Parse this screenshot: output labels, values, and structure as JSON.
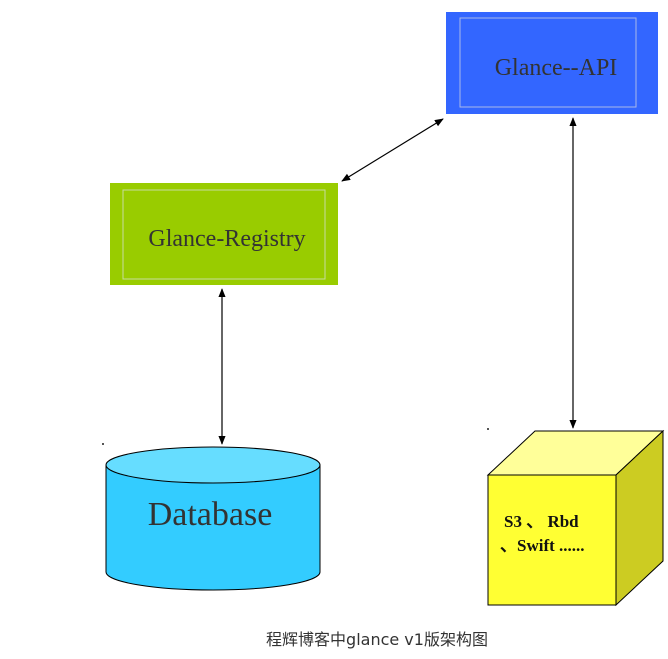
{
  "diagram": {
    "nodes": {
      "api": {
        "label": "Glance--API",
        "color": "#3366ff"
      },
      "registry": {
        "label": "Glance-Registry",
        "color": "#99cc00"
      },
      "database": {
        "label": "Database",
        "color": "#33ccff"
      },
      "storage": {
        "line1": "S3 、 Rbd",
        "line2": "、Swift ......",
        "color": "#ffff33"
      }
    },
    "edges": [
      {
        "from": "registry",
        "to": "api",
        "style": "bidirectional-arrow"
      },
      {
        "from": "registry",
        "to": "database",
        "style": "bidirectional-arrow"
      },
      {
        "from": "api",
        "to": "storage",
        "style": "bidirectional-arrow"
      }
    ]
  },
  "caption": "程辉博客中glance v1版架构图"
}
